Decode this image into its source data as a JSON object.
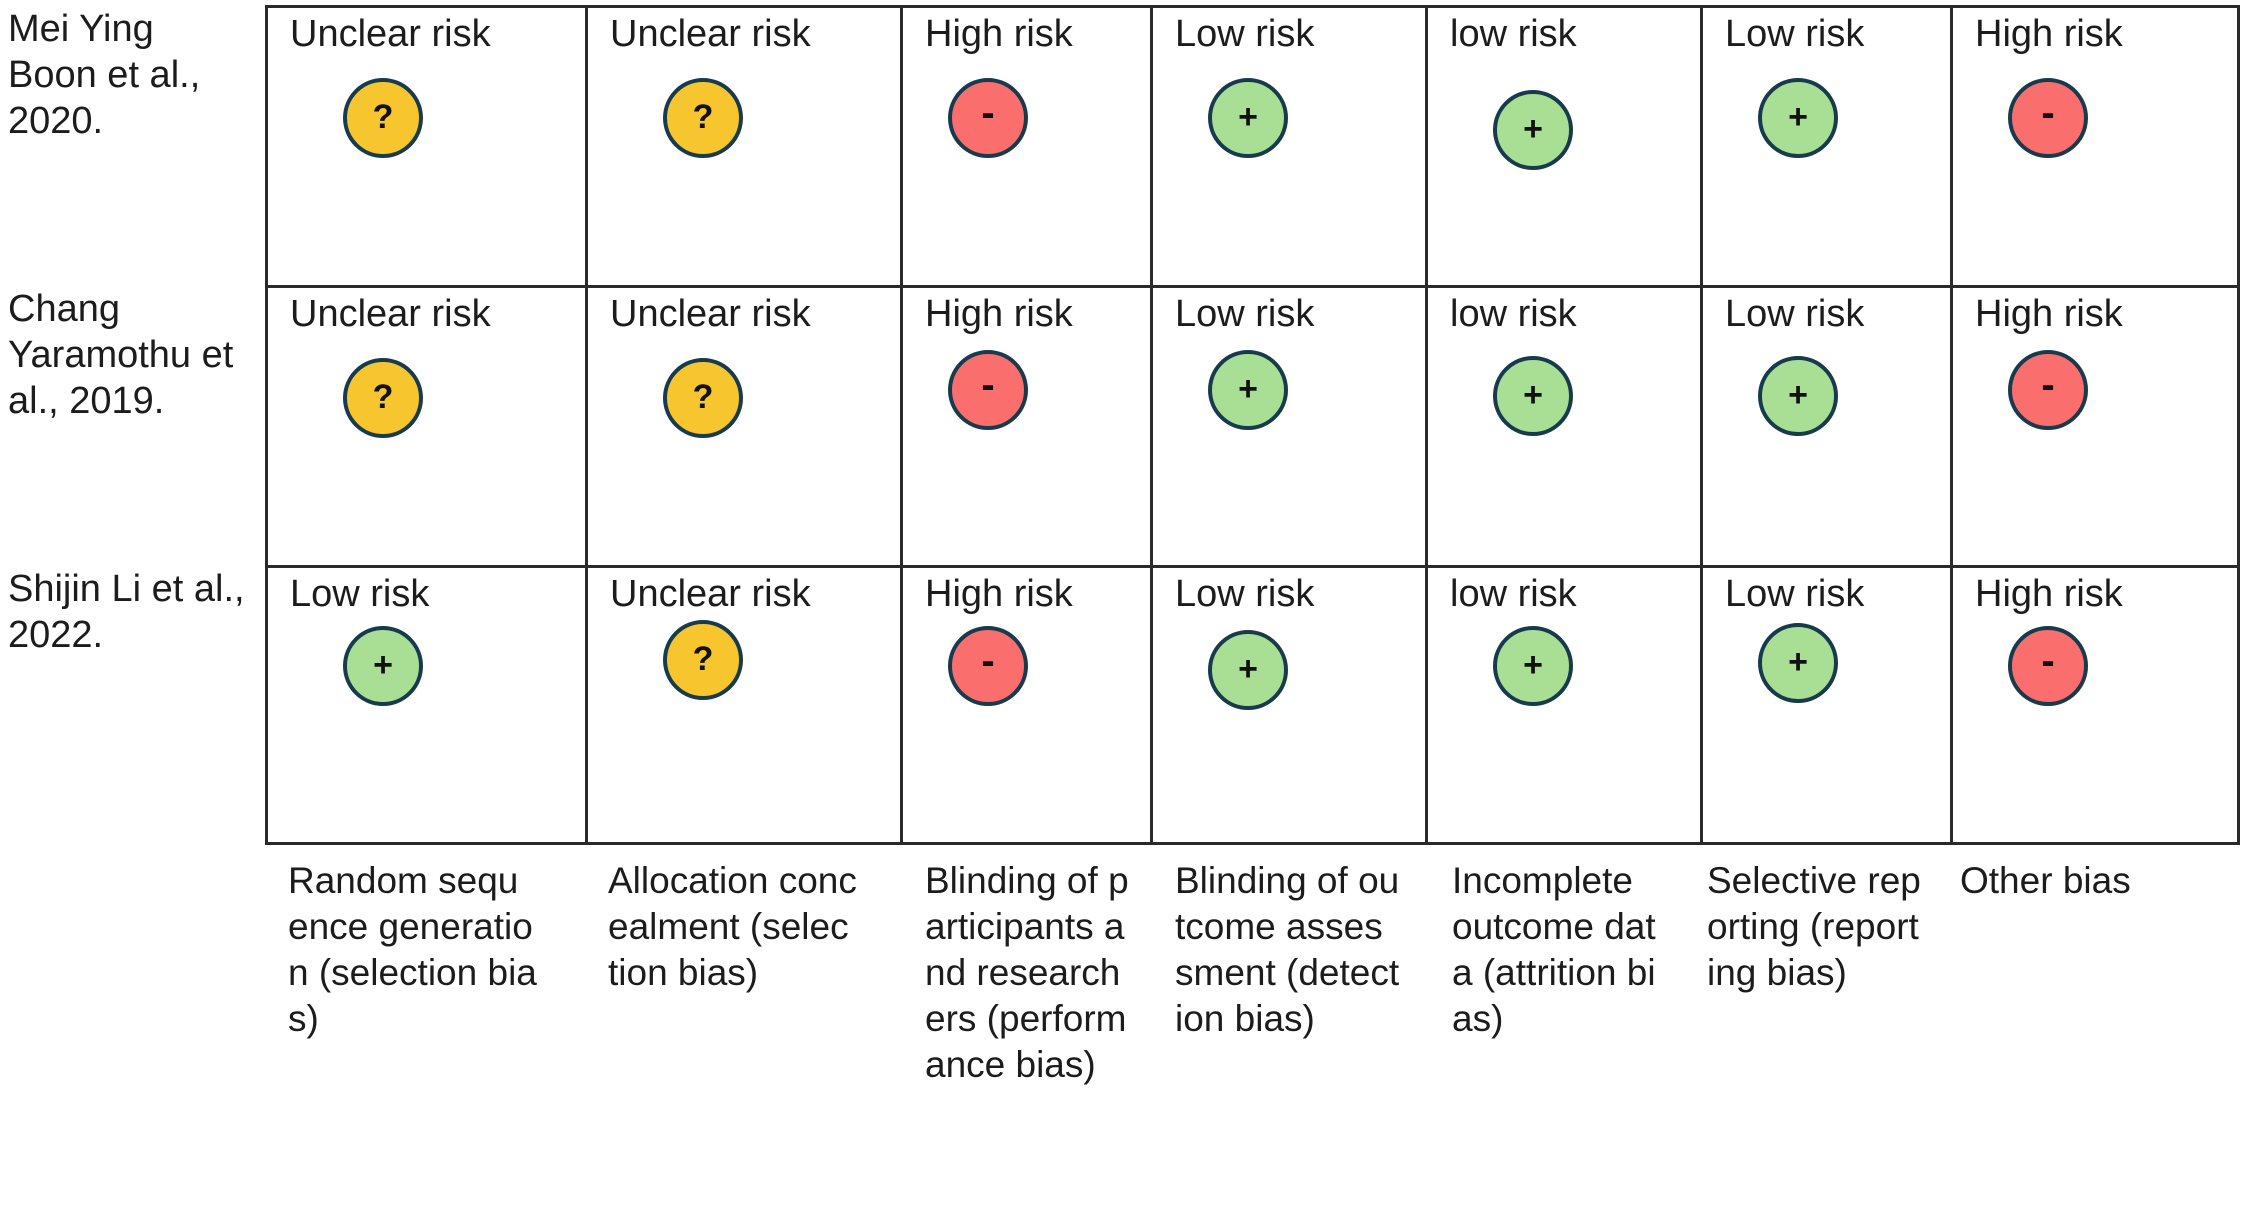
{
  "figure": {
    "type": "risk-of-bias-summary-table",
    "colors": {
      "low_risk": "#a9de95",
      "unclear_risk": "#f7c52d",
      "high_risk": "#fa6e6e",
      "bubble_border": "#173a4d",
      "grid_line": "#2a2a2a",
      "text": "#1c1c1c",
      "background": "#ffffff"
    },
    "symbols": {
      "low_risk": "+",
      "unclear_risk": "?",
      "high_risk": "-"
    }
  },
  "studies": [
    {
      "label": "Mei Ying Boon et al., 2020."
    },
    {
      "label": "Chang Yaramothu et al., 2019."
    },
    {
      "label": "Shijin Li et al., 2022."
    }
  ],
  "domains": [
    {
      "header": "Random sequence generation (selection bias)"
    },
    {
      "header": "Allocation concealment (selection bias)"
    },
    {
      "header": "Blinding of participants and researchers (performance bias)"
    },
    {
      "header": "Blinding of outcome assessment (detection bias)"
    },
    {
      "header": "Incomplete outcome data (attrition bias)"
    },
    {
      "header": "Selective reporting (reporting bias)"
    },
    {
      "header": "Other bias"
    }
  ],
  "rows": [
    {
      "study": "Mei Ying Boon et al., 2020.",
      "cells": [
        {
          "label": "Unclear risk",
          "level": "unclear",
          "symbol": "?"
        },
        {
          "label": "Unclear risk",
          "level": "unclear",
          "symbol": "?"
        },
        {
          "label": "High risk",
          "level": "high",
          "symbol": "-"
        },
        {
          "label": "Low risk",
          "level": "low",
          "symbol": "+"
        },
        {
          "label": "low risk",
          "level": "low",
          "symbol": "+"
        },
        {
          "label": "Low risk",
          "level": "low",
          "symbol": "+"
        },
        {
          "label": "High risk",
          "level": "high",
          "symbol": "-"
        }
      ]
    },
    {
      "study": "Chang Yaramothu et al., 2019.",
      "cells": [
        {
          "label": "Unclear risk",
          "level": "unclear",
          "symbol": "?"
        },
        {
          "label": "Unclear risk",
          "level": "unclear",
          "symbol": "?"
        },
        {
          "label": "High risk",
          "level": "high",
          "symbol": "-"
        },
        {
          "label": "Low risk",
          "level": "low",
          "symbol": "+"
        },
        {
          "label": "low risk",
          "level": "low",
          "symbol": "+"
        },
        {
          "label": "Low risk",
          "level": "low",
          "symbol": "+"
        },
        {
          "label": "High risk",
          "level": "high",
          "symbol": "-"
        }
      ]
    },
    {
      "study": "Shijin Li et al., 2022.",
      "cells": [
        {
          "label": "Low risk",
          "level": "low",
          "symbol": "+"
        },
        {
          "label": "Unclear risk",
          "level": "unclear",
          "symbol": "?"
        },
        {
          "label": "High risk",
          "level": "high",
          "symbol": "-"
        },
        {
          "label": "Low risk",
          "level": "low",
          "symbol": "+"
        },
        {
          "label": "low risk",
          "level": "low",
          "symbol": "+"
        },
        {
          "label": "Low risk",
          "level": "low",
          "symbol": "+"
        },
        {
          "label": "High risk",
          "level": "high",
          "symbol": "-"
        }
      ]
    }
  ]
}
